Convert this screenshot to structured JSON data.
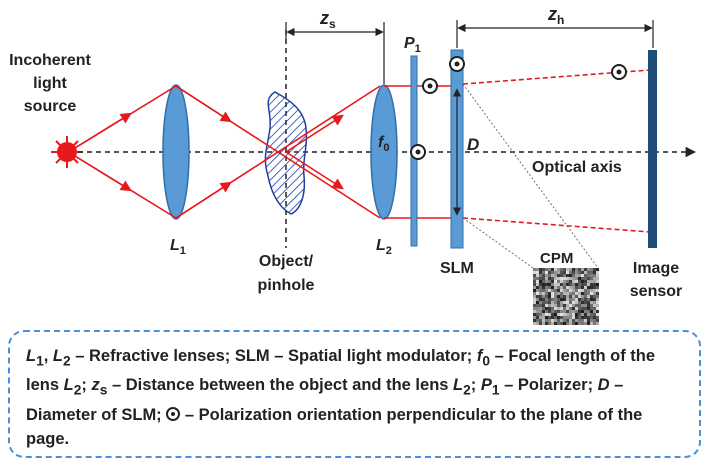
{
  "labels": {
    "source": [
      "Incoherent",
      "light",
      "source"
    ],
    "lens1": "L",
    "lens1_sub": "1",
    "lens2": "L",
    "lens2_sub": "2",
    "object": [
      "Object/",
      "pinhole"
    ],
    "zs": "z",
    "zs_sub": "s",
    "zh": "z",
    "zh_sub": "h",
    "p1": "P",
    "p1_sub": "1",
    "f0": "f",
    "f0_sub": "0",
    "d": "D",
    "slm": "SLM",
    "cpm": "CPM",
    "optical_axis": "Optical axis",
    "sensor": [
      "Image",
      "sensor"
    ]
  },
  "legend": {
    "l1": "L",
    "s1": "1",
    "sep1": ", ",
    "l2": "L",
    "s2": "2",
    "t1": " – Refractive lenses; SLM – Spatial light modulator; ",
    "f": "f",
    "fs": "0",
    "t2": " – Focal length of the lens ",
    "l3": "L",
    "s3": "2",
    "t3": "; ",
    "z": "z",
    "zs": "s",
    "t4": " – Distance between the object and the lens ",
    "l4": "L",
    "s4": "2",
    "t5": "; ",
    "p": "P",
    "ps": "1",
    "t6": " – Polarizer;  ",
    "d": "D",
    "t7": " – Diameter of SLM; ",
    "t8": " – Polarization orientation perpendicular to the plane of the page."
  },
  "colors": {
    "ray": "#e8191c",
    "lens_fill": "#5b9bd5",
    "lens_stroke": "#2e6fad",
    "object_hatch": "#1f3fa0",
    "sensor": "#1f4e79",
    "legend_border": "#4a8fd8"
  }
}
